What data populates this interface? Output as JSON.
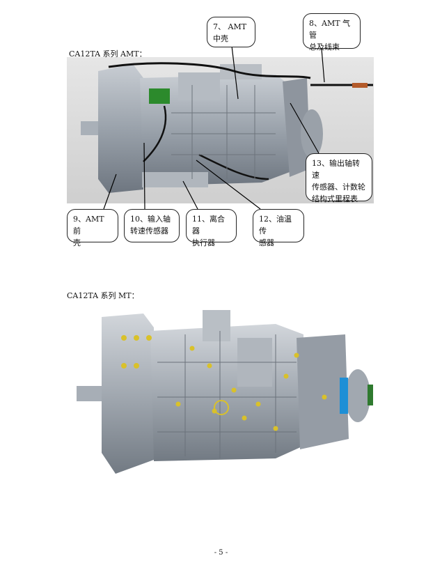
{
  "sections": [
    {
      "caption": "CA12TA 系列 AMT："
    },
    {
      "caption": "CA12TA 系列 MT："
    }
  ],
  "callouts": {
    "c7": {
      "line1": "7、 AMT",
      "line2": "中壳"
    },
    "c8": {
      "line1": "8、AMT 气管",
      "line2": "总及线束"
    },
    "c13": {
      "line1": "13、输出轴转速",
      "line2": "传感器、计数轮",
      "line3": "结构式里程表"
    },
    "c9": {
      "line1": "9、AMT 前",
      "line2": "壳"
    },
    "c10": {
      "line1": "10、输入轴",
      "line2": "转速传感器"
    },
    "c11": {
      "line1": "11、离合器",
      "line2": "执行器"
    },
    "c12": {
      "line1": "12、油温传",
      "line2": "感器"
    }
  },
  "page_number": "- 5 -"
}
